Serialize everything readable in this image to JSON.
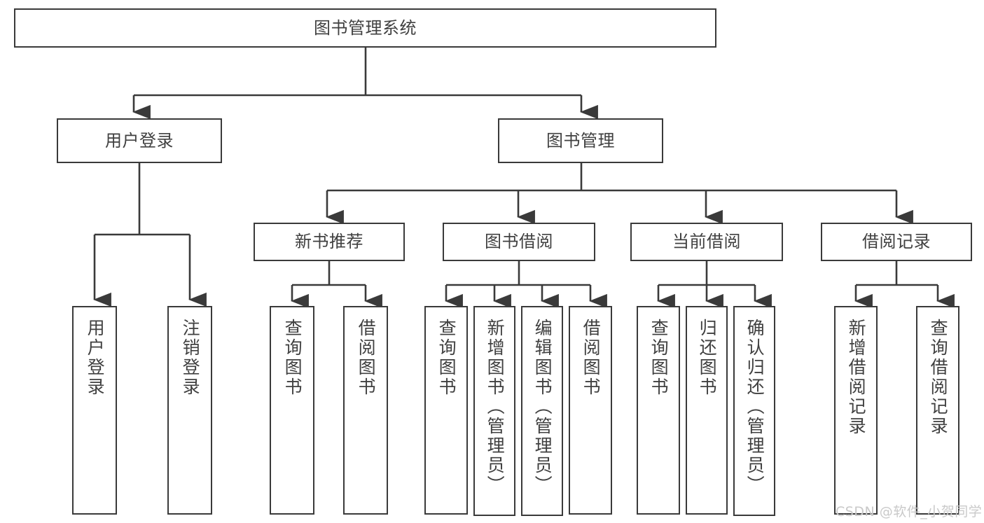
{
  "diagram": {
    "type": "hierarchy-tree",
    "title": "图书管理系统",
    "stroke_color": "#3a3a3a",
    "text_color": "#404040",
    "background_color": "#ffffff",
    "watermark": "CSDN @软件_小贺同学",
    "root": {
      "label": "图书管理系统"
    },
    "level1": [
      {
        "label": "用户登录"
      },
      {
        "label": "图书管理"
      }
    ],
    "level2": [
      {
        "label": "新书推荐"
      },
      {
        "label": "图书借阅"
      },
      {
        "label": "当前借阅"
      },
      {
        "label": "借阅记录"
      }
    ],
    "leaves": {
      "user_login": [
        {
          "label": "用户登录"
        },
        {
          "label": "注销登录"
        }
      ],
      "new_book": [
        {
          "label": "查询图书"
        },
        {
          "label": "借阅图书"
        }
      ],
      "book_borrow": [
        {
          "label": "查询图书"
        },
        {
          "label": "新增图书（管理员）"
        },
        {
          "label": "编辑图书（管理员）"
        },
        {
          "label": "借阅图书"
        }
      ],
      "current_borrow": [
        {
          "label": "查询图书"
        },
        {
          "label": "归还图书"
        },
        {
          "label": "确认归还（管理员）"
        }
      ],
      "borrow_record": [
        {
          "label": "新增借阅记录"
        },
        {
          "label": "查询借阅记录"
        }
      ]
    }
  }
}
